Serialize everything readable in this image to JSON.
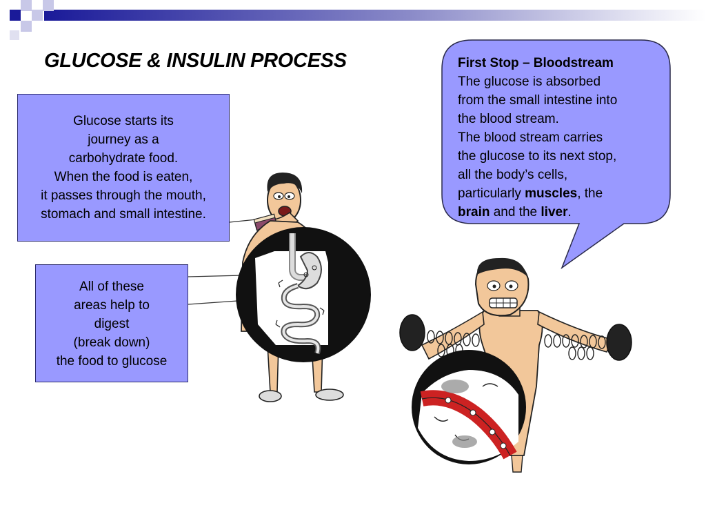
{
  "title": "GLUCOSE & INSULIN PROCESS",
  "box_glucose": {
    "lines": [
      "Glucose starts its",
      "journey as a",
      "carbohydrate food.",
      "When the food is eaten,",
      "it passes through the mouth,",
      "stomach and small intestine."
    ]
  },
  "box_digest": {
    "lines": [
      "All of these",
      "areas help to",
      "digest",
      "(break down)",
      "the food to glucose"
    ]
  },
  "callout": {
    "heading": "First Stop – Bloodstream",
    "lines": [
      "The glucose is absorbed",
      "from the small intestine into",
      "the blood stream.",
      "The blood stream carries",
      "the glucose to its next stop,",
      "all the body’s cells,"
    ],
    "line7_pre": "particularly ",
    "line7_bold": "muscles",
    "line7_post": ", the",
    "line8_bold1": "brain",
    "line8_mid": " and the ",
    "line8_bold2": "liver",
    "line8_post": "."
  },
  "colors": {
    "box_fill": "#9999ff",
    "header_blue": "#1a1a99",
    "blood_red": "#cc2222",
    "skin": "#f2c79a"
  }
}
